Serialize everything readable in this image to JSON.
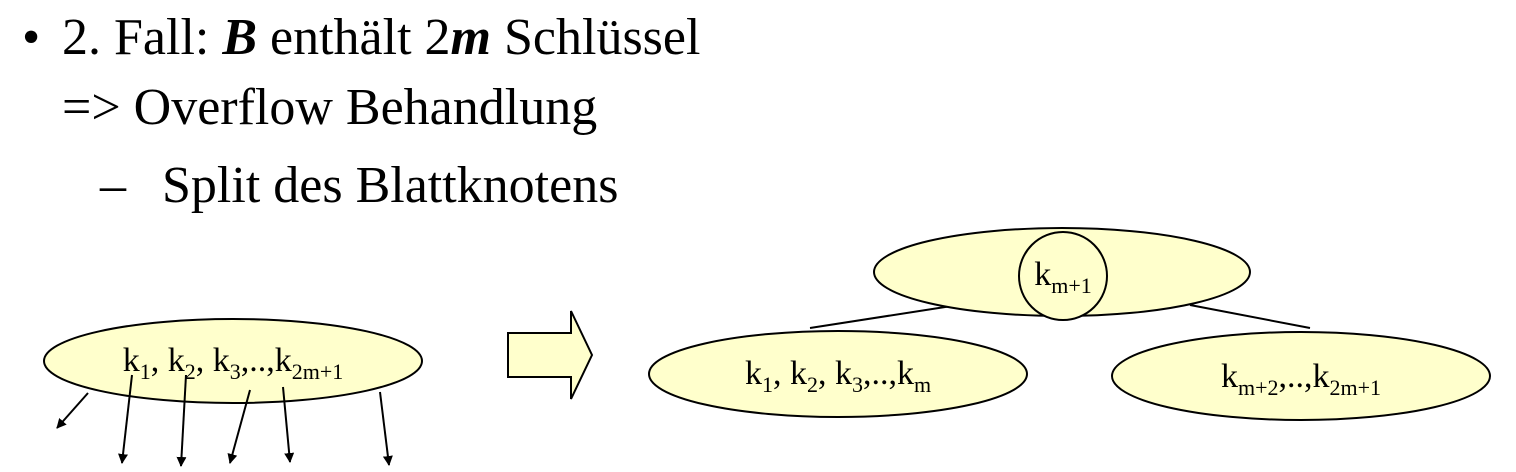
{
  "text": {
    "bullet": "•",
    "case_prefix": "2. Fall: ",
    "var_b": "B",
    "contains": " enthält 2",
    "var_m": "m",
    "keys_word": " Schlüssel",
    "overflow_line": "=> Overflow Behandlung",
    "dash": "–",
    "split_line": "Split des Blattknotens"
  },
  "diagram": {
    "before_node": {
      "label": [
        {
          "t": "k",
          "s": "1"
        },
        {
          "t": ", k",
          "s": "2"
        },
        {
          "t": ", k",
          "s": "3"
        },
        {
          "t": ",..,k",
          "s": "2m+1"
        }
      ]
    },
    "arrow_icon": "right-block-arrow",
    "parent_node": {
      "label": [
        {
          "t": "k",
          "s": "m+1"
        }
      ]
    },
    "left_child": {
      "label": [
        {
          "t": "k",
          "s": "1"
        },
        {
          "t": ", k",
          "s": "2"
        },
        {
          "t": ", k",
          "s": "3"
        },
        {
          "t": ",..,k",
          "s": "m"
        }
      ]
    },
    "right_child": {
      "label": [
        {
          "t": "k",
          "s": "m+2"
        },
        {
          "t": ",..,k",
          "s": "2m+1"
        }
      ]
    },
    "colors": {
      "node_fill": "#ffffcc",
      "stroke": "#000000"
    }
  }
}
